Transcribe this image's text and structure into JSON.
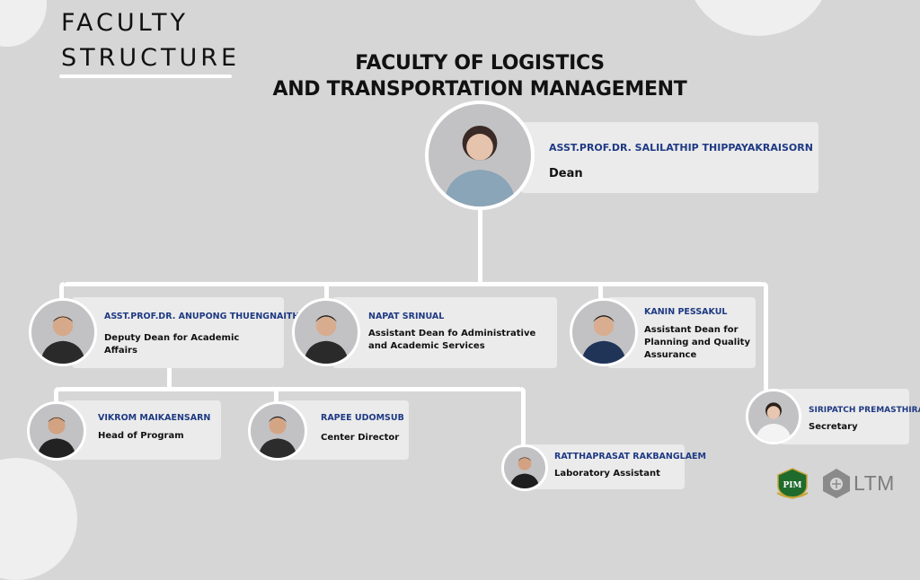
{
  "header": {
    "line1": "FACULTY",
    "line2": "STRUCTURE"
  },
  "title": {
    "line1": "FACULTY OF LOGISTICS",
    "line2": "AND TRANSPORTATION MANAGEMENT"
  },
  "dean": {
    "name": "ASST.PROF.DR. SALILATHIP THIPPAYAKRAISORN",
    "role": "Dean"
  },
  "deputy": {
    "name": "ASST.PROF.DR. ANUPONG THUENGNAITHAM",
    "role": "Deputy Dean for Academic Affairs"
  },
  "assistant_admin": {
    "name": "NAPAT SRINUAL",
    "role": "Assistant Dean fo Administrative and Academic Services"
  },
  "assistant_planning": {
    "name": "KANIN PESSAKUL",
    "role": "Assistant Dean for Planning and Quality Assurance"
  },
  "secretary": {
    "name": "SIRIPATCH PREMASTHIRA",
    "role": "Secretary"
  },
  "head_program": {
    "name": "VIKROM MAIKAENSARN",
    "role": "Head of Program"
  },
  "center_director": {
    "name": "RAPEE UDOMSUB",
    "role": "Center Director"
  },
  "lab_assistant": {
    "name": "RATTHAPRASAT RAKBANGLAEM",
    "role": "Laboratory Assistant"
  },
  "logos": {
    "pim": "PIM",
    "ltm": "LTM"
  },
  "colors": {
    "background": "#d6d6d6",
    "card": "#ebebeb",
    "name_blue": "#1f3a84",
    "connector": "#ffffff"
  }
}
